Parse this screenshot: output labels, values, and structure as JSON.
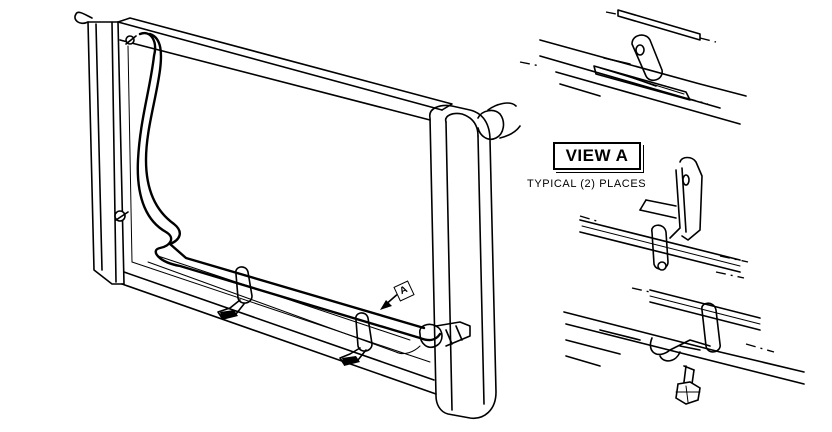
{
  "view": {
    "title": "VIEW A",
    "caption": "TYPICAL (2) PLACES"
  },
  "callout": {
    "letter": "A"
  }
}
